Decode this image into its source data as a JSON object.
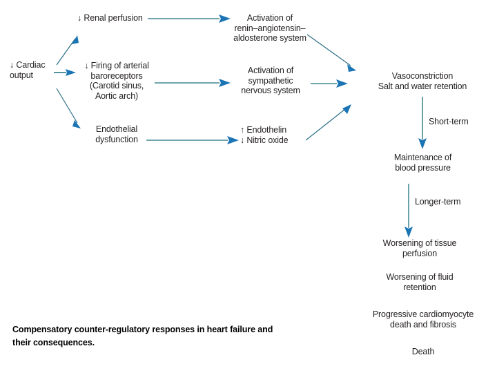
{
  "figure": {
    "caption": "Compensatory counter-regulatory responses in heart failure and\ntheir consequences.",
    "colors": {
      "arrow_shaft": "#1c6e7d",
      "arrow_head": "#1b74b4",
      "text": "#231f20",
      "caption_text": "#000000",
      "background": "#ffffff"
    }
  },
  "nodes": {
    "cardiac_output": "↓ Cardiac\noutput",
    "renal_perfusion": "↓ Renal perfusion",
    "baroreceptors": "↓ Firing of arterial\nbaroreceptors\n(Carotid sinus,\nAortic arch)",
    "endothelial_dysfunction": "Endothelial\ndysfunction",
    "raas": "Activation of\nrenin–angiotensin–\naldosterone system",
    "sympathetic": "Activation of\nsympathetic\nnervous system",
    "endothelin_no": "↑ Endothelin\n↓ Nitric oxide",
    "vasoconstriction": "Vasoconstriction\nSalt and water retention",
    "maintenance_bp": "Maintenance of\nblood pressure",
    "worsening_perfusion": "Worsening of tissue\nperfusion",
    "worsening_fluid": "Worsening of fluid\nretention",
    "cardiomyocyte_death": "Progressive cardiomyocyte\ndeath and fibrosis",
    "death": "Death"
  },
  "edge_labels": {
    "short_term": "Short-term",
    "longer_term": "Longer-term"
  },
  "edges": [
    {
      "name": "cardiac-output-to-renal-perfusion",
      "from": "cardiac_output",
      "to": "renal_perfusion",
      "style": "diagonal-up"
    },
    {
      "name": "cardiac-output-to-baroreceptors",
      "from": "cardiac_output",
      "to": "baroreceptors",
      "style": "horizontal"
    },
    {
      "name": "cardiac-output-to-endothelial-dysfunction",
      "from": "cardiac_output",
      "to": "endothelial_dysfunction",
      "style": "diagonal-down"
    },
    {
      "name": "renal-perfusion-to-raas",
      "from": "renal_perfusion",
      "to": "raas",
      "style": "horizontal"
    },
    {
      "name": "baroreceptors-to-sympathetic",
      "from": "baroreceptors",
      "to": "sympathetic",
      "style": "horizontal"
    },
    {
      "name": "endothelial-dysfunction-to-endothelin",
      "from": "endothelial_dysfunction",
      "to": "endothelin_no",
      "style": "horizontal"
    },
    {
      "name": "raas-to-vasoconstriction",
      "from": "raas",
      "to": "vasoconstriction",
      "style": "diagonal-down"
    },
    {
      "name": "sympathetic-to-vasoconstriction",
      "from": "sympathetic",
      "to": "vasoconstriction",
      "style": "horizontal"
    },
    {
      "name": "endothelin-to-vasoconstriction",
      "from": "endothelin_no",
      "to": "vasoconstriction",
      "style": "diagonal-up"
    },
    {
      "name": "vasoconstriction-to-maintenance-bp",
      "from": "vasoconstriction",
      "to": "maintenance_bp",
      "style": "vertical",
      "label": "short_term"
    },
    {
      "name": "maintenance-bp-to-worsening-perfusion",
      "from": "maintenance_bp",
      "to": "worsening_perfusion",
      "style": "vertical",
      "label": "longer_term"
    }
  ]
}
